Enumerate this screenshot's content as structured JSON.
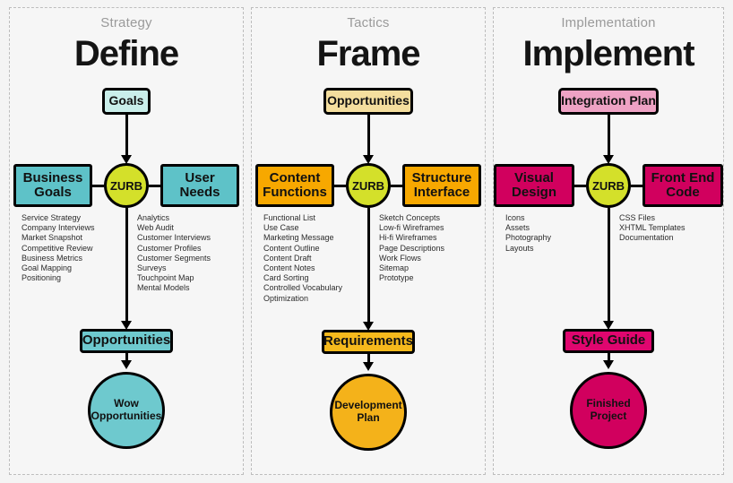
{
  "diagram": {
    "title": "ZURB Process Diagram",
    "background": "#f4f4f4",
    "panel_background": "#f6f6f6",
    "panel_border": "#bdbdbd",
    "hub_color": "#d4e02a",
    "connector_color": "#000000"
  },
  "panels": [
    {
      "subtitle": "Strategy",
      "title": "Define",
      "accent": "#5bc4c8",
      "input": {
        "label": "Goals",
        "color": "#c9eeea"
      },
      "hub": {
        "label": "ZURB",
        "color": "#d4e02a"
      },
      "left_box": {
        "label": "Business\nGoals",
        "line1": "Business",
        "line2": "Goals",
        "color": "#5ec2c8"
      },
      "right_box": {
        "label": "User\nNeeds",
        "line1": "User",
        "line2": "Needs",
        "color": "#5ec2c8"
      },
      "left_items": [
        "Service Strategy",
        "Company Interviews",
        "Market Snapshot",
        "Competitive Review",
        "Business Metrics",
        "Goal Mapping",
        "Positioning"
      ],
      "right_items": [
        "Analytics",
        "Web Audit",
        "Customer Interviews",
        "Customer Profiles",
        "Customer Segments",
        "Surveys",
        "Touchpoint Map",
        "Mental Models"
      ],
      "output_box": {
        "label": "Opportunities",
        "color": "#6ec9ce"
      },
      "result": {
        "line1": "Wow",
        "line2": "Opportunities",
        "color": "#6ec9ce"
      }
    },
    {
      "subtitle": "Tactics",
      "title": "Frame",
      "accent": "#f2a90a",
      "input": {
        "label": "Opportunities",
        "color": "#f4de9e"
      },
      "hub": {
        "label": "ZURB",
        "color": "#d4e02a"
      },
      "left_box": {
        "label": "Content\nFunctions",
        "line1": "Content",
        "line2": "Functions",
        "color": "#f7a800"
      },
      "right_box": {
        "label": "Structure\nInterface",
        "line1": "Structure",
        "line2": "Interface",
        "color": "#f7a800"
      },
      "left_items": [
        "Functional List",
        "Use Case",
        "Marketing Message",
        "Content Outline",
        "Content Draft",
        "Content Notes",
        "Card Sorting",
        "Controlled Vocabulary",
        "Optimization"
      ],
      "right_items": [
        "Sketch Concepts",
        "Low-fi Wireframes",
        "Hi-fi Wireframes",
        "Page Descriptions",
        "Work Flows",
        "Sitemap",
        "Prototype"
      ],
      "output_box": {
        "label": "Requirements",
        "color": "#f6b91c"
      },
      "result": {
        "line1": "Development",
        "line2": "Plan",
        "color": "#f4b21a"
      }
    },
    {
      "subtitle": "Implementation",
      "title": "Implement",
      "accent": "#d4006a",
      "input": {
        "label": "Integration Plan",
        "color": "#eea2c4"
      },
      "hub": {
        "label": "ZURB",
        "color": "#d4e02a"
      },
      "left_box": {
        "label": "Visual\nDesign",
        "line1": "Visual",
        "line2": "Design",
        "color": "#d1005e"
      },
      "right_box": {
        "label": "Front End\nCode",
        "line1": "Front End",
        "line2": "Code",
        "color": "#d1005e"
      },
      "left_items": [
        "Icons",
        "Assets",
        "Photography",
        "Layouts"
      ],
      "right_items": [
        "CSS Files",
        "XHTML Templates",
        "Documentation"
      ],
      "output_box": {
        "label": "Style Guide",
        "color": "#e0066f"
      },
      "result": {
        "line1": "Finished",
        "line2": "Project",
        "color": "#d1005e"
      }
    }
  ]
}
